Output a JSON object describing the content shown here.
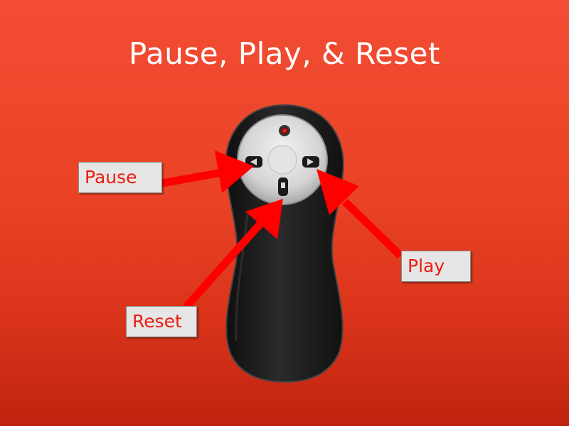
{
  "slide": {
    "title": "Pause, Play, & Reset",
    "callouts": {
      "pause": "Pause",
      "play": "Play",
      "reset": "Reset"
    }
  },
  "colors": {
    "background": "#e8432a",
    "title_text": "#ffffff",
    "callout_text": "#ee1b10",
    "callout_fill": "#e6e6e6",
    "arrow": "#ff0000",
    "remote_body": "#1f1f1f",
    "remote_pad": "#d9d9d9"
  },
  "icons": {
    "remote": "presentation-remote",
    "laser": "laser-dot-icon",
    "left": "left-triangle-icon",
    "right": "right-triangle-icon",
    "down": "square-button-icon"
  }
}
